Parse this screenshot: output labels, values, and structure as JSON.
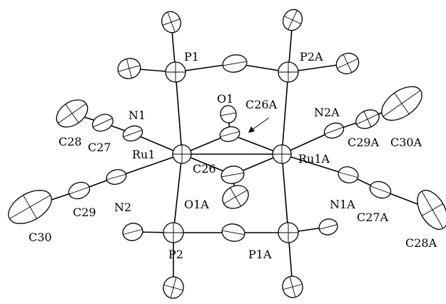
{
  "labels": {
    "P1": "P1",
    "P2A": "P2A",
    "O1": "O1",
    "C26A": "C26A",
    "N1": "N1",
    "N2A": "N2A",
    "C28": "C28",
    "C27": "C27",
    "Ru1": "Ru1",
    "C29A": "C29A",
    "C30A": "C30A",
    "Ru1A": "Ru1A",
    "C26": "C26",
    "C29": "C29",
    "N2": "N2",
    "O1A": "O1A",
    "N1A": "N1A",
    "C27A": "C27A",
    "C28A": "C28A",
    "C30": "C30",
    "P2": "P2",
    "P1A": "P1A"
  }
}
